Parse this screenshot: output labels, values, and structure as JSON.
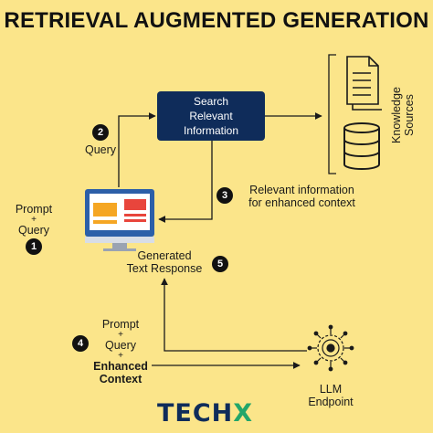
{
  "title": "RETRIEVAL AUGMENTED GENERATION",
  "search_box": {
    "line1": "Search",
    "line2": "Relevant",
    "line3": "Information"
  },
  "knowledge": {
    "line1": "Knowledge",
    "line2": "Sources"
  },
  "steps": {
    "s1": {
      "num": "1",
      "line1": "Prompt",
      "line2": "+",
      "line3": "Query"
    },
    "s2": {
      "num": "2",
      "label": "Query"
    },
    "s3": {
      "num": "3",
      "line1": "Relevant information",
      "line2": "for enhanced context"
    },
    "s4": {
      "num": "4",
      "line1": "Prompt",
      "line2": "+",
      "line3": "Query",
      "line4": "+",
      "line5": "Enhanced",
      "line6": "Context"
    },
    "s5": {
      "num": "5",
      "line1": "Generated",
      "line2": "Text Response"
    }
  },
  "llm": {
    "line1": "LLM",
    "line2": "Endpoint"
  },
  "logo": {
    "part1": "TECH",
    "part2": "X"
  },
  "colors": {
    "background": "#fbe58a",
    "box": "#0f2c5a",
    "accent": "#22a66a",
    "monitor_orange": "#f5a623",
    "monitor_red": "#e8453c",
    "monitor_blue": "#2c5fa8"
  }
}
